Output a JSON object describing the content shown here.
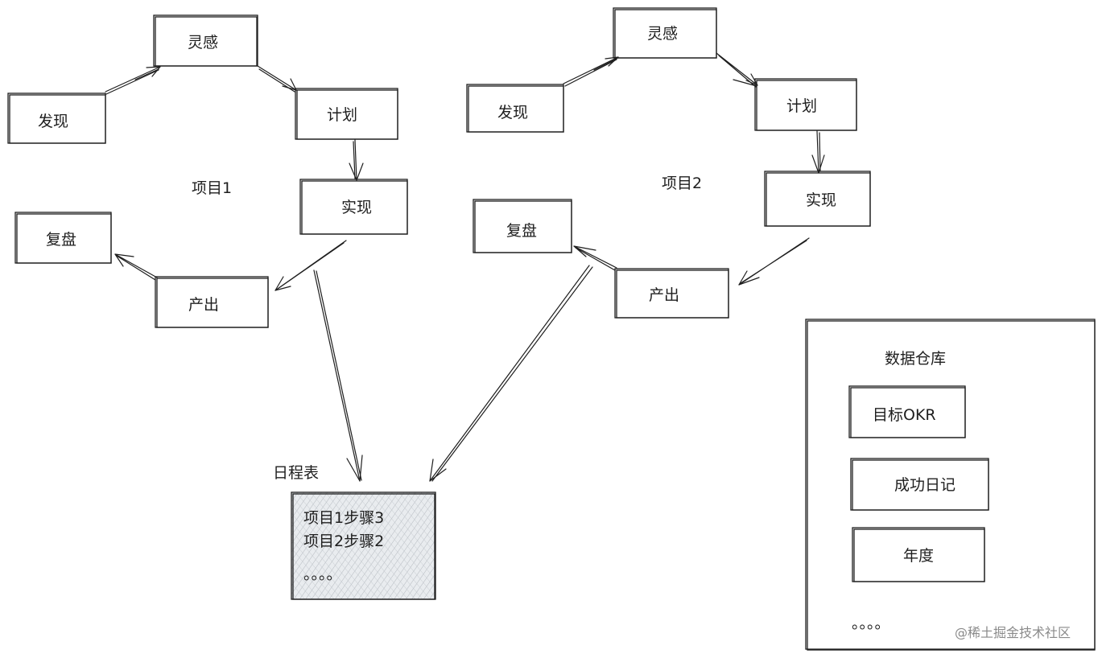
{
  "project1": {
    "label": "项目1",
    "nodes": {
      "inspiration": "灵感",
      "discover": "发现",
      "plan": "计划",
      "implement": "实现",
      "output": "产出",
      "review": "复盘"
    }
  },
  "project2": {
    "label": "项目2",
    "nodes": {
      "inspiration": "灵感",
      "discover": "发现",
      "plan": "计划",
      "implement": "实现",
      "output": "产出",
      "review": "复盘"
    }
  },
  "schedule": {
    "title": "日程表",
    "lines": [
      "项目1步骤3",
      "项目2步骤2",
      "。。。。"
    ]
  },
  "warehouse": {
    "title": "数据仓库",
    "items": [
      "目标OKR",
      "成功日记",
      "年度"
    ],
    "ellipsis": "。。。。"
  },
  "watermark": "@稀土掘金技术社区",
  "colors": {
    "stroke": "#1e1e1e",
    "schedule_fill": "#e9ecef",
    "watermark": "#8a8a8a"
  }
}
